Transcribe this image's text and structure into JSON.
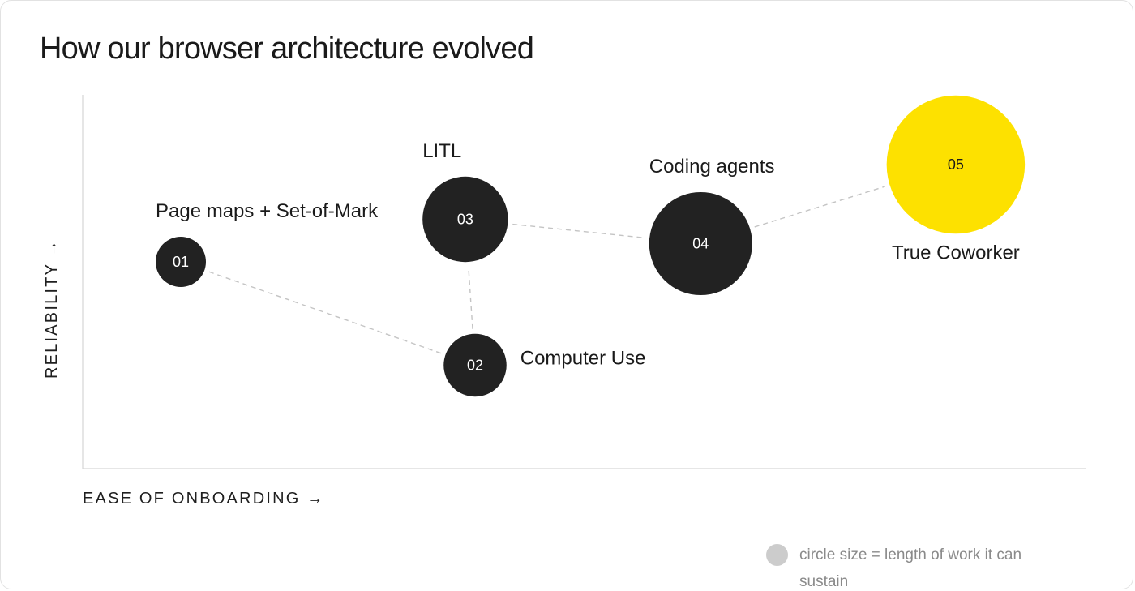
{
  "title": "How our browser architecture evolved",
  "legend": {
    "text": "circle size = length of work it can sustain"
  },
  "colors": {
    "node": "#222222",
    "highlight": "#fde100",
    "connector": "#c4c4c4",
    "axis": "#d6d6d6",
    "legend_dot": "#cccccc"
  },
  "chart_data": {
    "type": "scatter",
    "title": "How our browser architecture evolved",
    "xlabel": "EASE OF ONBOARDING →",
    "ylabel": "RELIABILITY →",
    "size_meaning": "circle size = length of work it can sustain",
    "connections": [
      [
        "01",
        "02"
      ],
      [
        "02",
        "03"
      ],
      [
        "03",
        "04"
      ],
      [
        "04",
        "05"
      ]
    ],
    "points": [
      {
        "id": "01",
        "label": "Page maps + Set-of-Mark",
        "x": 1.0,
        "y": 3.4,
        "size": 1.0,
        "highlight": false,
        "label_pos": "above"
      },
      {
        "id": "02",
        "label": "Computer Use",
        "x": 4.0,
        "y": 1.7,
        "size": 1.25,
        "highlight": false,
        "label_pos": "right"
      },
      {
        "id": "03",
        "label": "LITL",
        "x": 3.9,
        "y": 4.1,
        "size": 1.7,
        "highlight": false,
        "label_pos": "above"
      },
      {
        "id": "04",
        "label": "Coding agents",
        "x": 6.3,
        "y": 3.7,
        "size": 2.05,
        "highlight": false,
        "label_pos": "above"
      },
      {
        "id": "05",
        "label": "True Coworker",
        "x": 8.9,
        "y": 5.0,
        "size": 2.75,
        "highlight": true,
        "label_pos": "below"
      }
    ]
  }
}
